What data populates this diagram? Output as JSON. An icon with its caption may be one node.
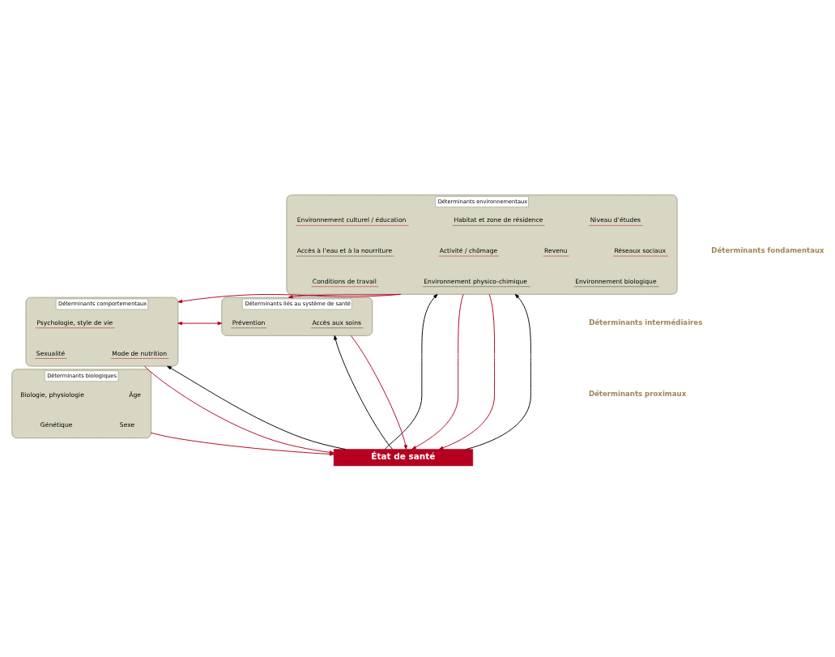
{
  "diagram": {
    "nodes": [
      {
        "text": [
          "Déterminants environnementaux"
        ]
      },
      {
        "text": [
          "Environnement culturel / éducation"
        ],
        "in": 0
      },
      {
        "text": [
          "Habitat et zone de résidence"
        ],
        "in": 0
      },
      {
        "text": [
          "Niveau d’études"
        ],
        "in": 0
      },
      {
        "text": [
          "Accès à l’eau et à la nourriture"
        ],
        "in": 0
      },
      {
        "text": [
          "Activité / chômage"
        ],
        "in": 0
      },
      {
        "text": [
          "Revenu"
        ],
        "in": 0
      },
      {
        "text": [
          "Réseaux sociaux"
        ],
        "in": 0
      },
      {
        "text": [
          "Conditions de travail"
        ],
        "in": 0
      },
      {
        "text": [
          "Environnement physico-chimique"
        ],
        "in": 0
      },
      {
        "text": [
          "Environnement biologique"
        ],
        "in": 0
      },
      {
        "text": [
          "Déterminants comportementaux"
        ]
      },
      {
        "text": [
          "Psychologie, style de vie"
        ],
        "in": 11
      },
      {
        "text": [
          "Sexualité"
        ],
        "in": 11
      },
      {
        "text": [
          "Mode de nutrition"
        ],
        "in": 11
      },
      {
        "text": [
          "Déterminants liés au système de santé"
        ]
      },
      {
        "text": [
          "Prévention"
        ],
        "in": 15
      },
      {
        "text": [
          "Accès aux soins"
        ],
        "in": 15
      },
      {
        "text": [
          "Déterminants biologiques"
        ]
      },
      {
        "text": [
          "Biologie, physiologie"
        ],
        "in": 18
      },
      {
        "text": [
          "Âge"
        ],
        "in": 18
      },
      {
        "text": [
          "Génétique"
        ],
        "in": 18
      },
      {
        "text": [
          "Sexe"
        ],
        "in": 18
      },
      {
        "text": [
          "État de santé"
        ]
      }
    ],
    "edges": [
      {
        "from": 0,
        "to": 11,
        "arrow": "to"
      },
      {
        "from": 0,
        "to": 15,
        "arrow": "to"
      },
      {
        "from": 11,
        "to": 15,
        "arrow": "both"
      },
      {
        "from": 23,
        "to": 0,
        "arrow": "to",
        "color": "#000000"
      },
      {
        "from": 0,
        "to": 23,
        "arrow": "to"
      },
      {
        "from": 11,
        "to": 23,
        "arrow": "to"
      },
      {
        "from": 23,
        "to": 11,
        "arrow": "to",
        "color": "#000000"
      },
      {
        "from": 18,
        "to": 23,
        "arrow": "to"
      },
      {
        "from": 23,
        "to": 15,
        "arrow": "to",
        "color": "#000000"
      },
      {
        "from": 15,
        "to": 23,
        "arrow": "to"
      },
      {
        "from": 0,
        "to": 23,
        "arrow": "to"
      },
      {
        "from": 23,
        "to": 0,
        "arrow": "to",
        "color": "#000000"
      }
    ],
    "labels": [
      "Déterminants fondamentaux",
      "Déterminants intermédiaires",
      "Déterminants proximaux"
    ]
  }
}
